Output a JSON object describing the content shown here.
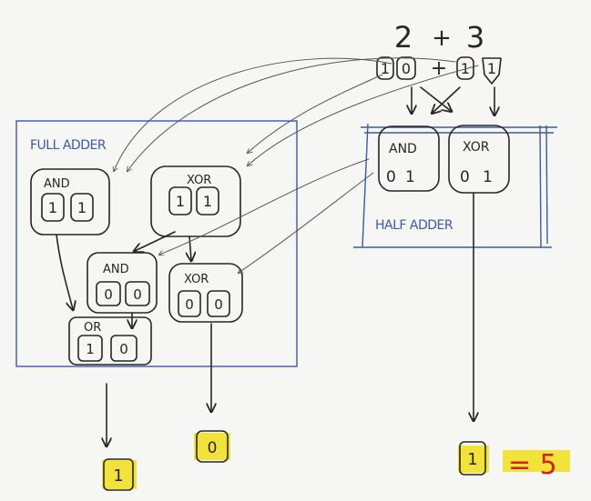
{
  "equation": {
    "left": "2",
    "plus": "+",
    "right": "3",
    "bits_a": [
      "1",
      "0"
    ],
    "bits_plus": "+",
    "bits_b": [
      "1",
      "1"
    ]
  },
  "full_adder": {
    "title": "FULL ADDER",
    "and_top": {
      "label": "AND",
      "bits": [
        "1",
        "1"
      ]
    },
    "xor_top": {
      "label": "XOR",
      "bits": [
        "1",
        "1"
      ]
    },
    "and_mid": {
      "label": "AND",
      "bits": [
        "0",
        "0"
      ]
    },
    "xor_mid": {
      "label": "XOR",
      "bits": [
        "0",
        "0"
      ]
    },
    "or_gate": {
      "label": "OR",
      "bits": [
        "1",
        "0"
      ]
    }
  },
  "half_adder": {
    "title": "HALF ADDER",
    "and_gate": {
      "label": "AND",
      "bits": [
        "0",
        "1"
      ]
    },
    "xor_gate": {
      "label": "XOR",
      "bits": [
        "0",
        "1"
      ]
    }
  },
  "outputs": {
    "carry": "1",
    "sum_high": "0",
    "sum_low": "1",
    "equals": "= 5"
  },
  "colors": {
    "ink": "#2a2522",
    "blue": "#3d5aa8",
    "highlight": "#f2e33a",
    "red": "#d42020"
  }
}
